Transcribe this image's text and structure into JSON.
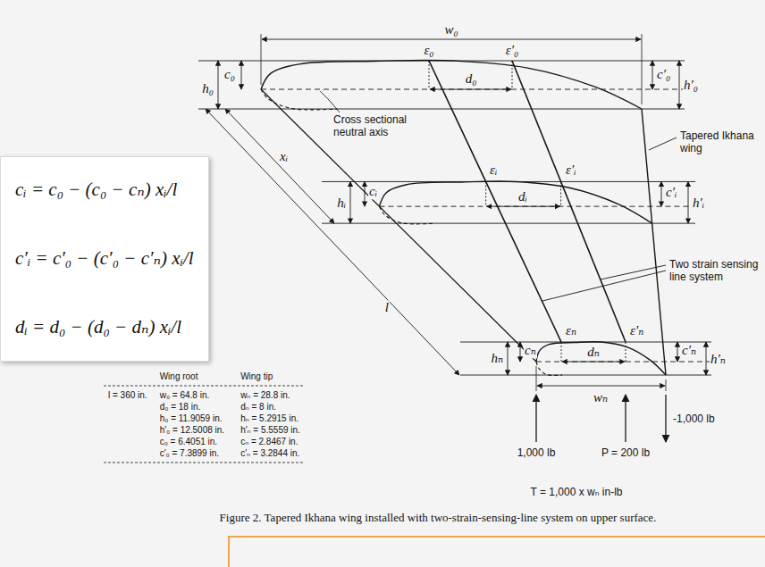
{
  "diagram": {
    "caption": "Figure 2. Tapered Ikhana wing installed with two-strain-sensing-line system on upper surface.",
    "nodes": [
      {
        "text": [
          "cᵢ = c₀ − (c₀ − cₙ) xᵢ/l",
          "c′ᵢ = c′₀ − (c′₀ − c′ₙ) xᵢ/l",
          "dᵢ = d₀ − (d₀ − dₙ) xᵢ/l"
        ]
      }
    ],
    "labels": [
      "w₀",
      "ε₀",
      "ε′₀",
      "h₀",
      "c₀",
      "d₀",
      "c′₀",
      "h′₀",
      "Cross sectional neutral axis",
      "Tapered Ikhana wing",
      "xᵢ",
      "εᵢ",
      "ε′ᵢ",
      "hᵢ",
      "cᵢ",
      "dᵢ",
      "c′ᵢ",
      "h′ᵢ",
      "Two strain sensing line system",
      "l",
      "εₙ",
      "ε′ₙ",
      "hₙ",
      "cₙ",
      "dₙ",
      "c′ₙ",
      "h′ₙ",
      "wₙ",
      "1,000 lb",
      "P = 200 lb",
      "-1,000 lb",
      "T = 1,000 x wₙ in-lb",
      "Wing root",
      "Wing tip",
      "l = 360 in.",
      "w₀ = 64.8 in.",
      "wₙ = 28.8 in.",
      "d₀ = 18 in.",
      "dₙ = 8 in.",
      "h₀ = 11.9059 in.",
      "hₙ = 5.2915 in.",
      "h′₀ = 12.5008 in.",
      "h′ₙ = 5.5559 in.",
      "c₀ = 6.4051 in.",
      "cₙ = 2.8467 in.",
      "c′₀ = 7.3899 in.",
      "c′ₙ = 3.2844 in."
    ]
  }
}
